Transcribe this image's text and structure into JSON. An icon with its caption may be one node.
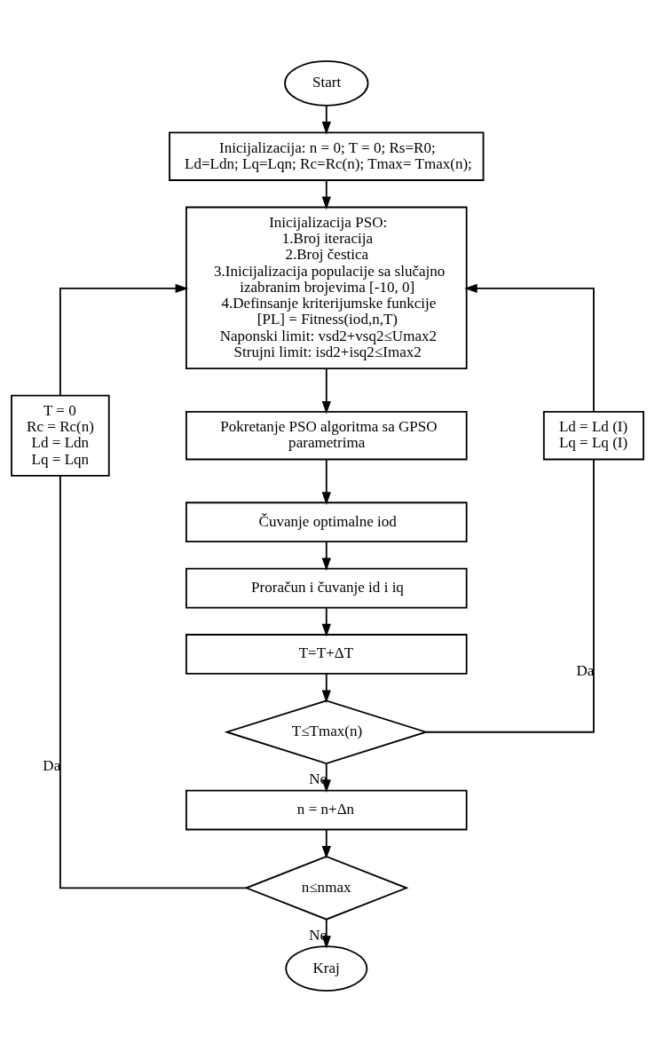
{
  "diagram": {
    "nodes": [
      {
        "text": [
          "Start"
        ]
      },
      {
        "text": [
          "Inicijalizacija: n = 0; T = 0; Rs=R0; Ld=Ldn; Lq=Lqn; Rc=Rc(n); Tmax= Tmax(n);"
        ]
      },
      {
        "text": [
          "Inicijalizacija PSO:",
          "1.Broj iteracija",
          "2.Broj čestica",
          "3.Inicijalizacija populacije sa slučajno izabranim brojevima [-10, 0]",
          "4.Definsanje kriterijumske funkcije",
          "[PL] = Fitness(iod,n,T)",
          "Naponski limit: vsd2+vsq2≤Umax2",
          "Strujni limit: isd2+isq2≤Imax2"
        ]
      },
      {
        "text": [
          "T = 0",
          "Rc = Rc(n)",
          "Ld = Ldn",
          "Lq = Lqn"
        ]
      },
      {
        "text": [
          "Ld = Ld (I)",
          "Lq = Lq (I)"
        ]
      },
      {
        "text": [
          "Pokretanje PSO algoritma sa GPSO parametrima"
        ]
      },
      {
        "text": [
          "Čuvanje optimalne iod"
        ]
      },
      {
        "text": [
          "Proračun i čuvanje id i iq"
        ]
      },
      {
        "text": [
          "T=T+ΔT"
        ]
      },
      {
        "text": [
          "T≤Tmax(n)"
        ]
      },
      {
        "text": [
          "n = n+Δn"
        ]
      },
      {
        "text": [
          "n≤nmax"
        ]
      },
      {
        "text": [
          "Kraj"
        ]
      }
    ],
    "edges": [
      {
        "from": 0,
        "to": 1,
        "arrow": "to"
      },
      {
        "from": 1,
        "to": 2,
        "arrow": "to"
      },
      {
        "from": 2,
        "to": 5,
        "arrow": "to"
      },
      {
        "from": 5,
        "to": 6,
        "arrow": "to"
      },
      {
        "from": 6,
        "to": 7,
        "arrow": "to"
      },
      {
        "from": 7,
        "to": 8,
        "arrow": "to"
      },
      {
        "from": 8,
        "to": 9,
        "arrow": "to"
      },
      {
        "from": 9,
        "to": 4,
        "arrow": "none",
        "label": "Da"
      },
      {
        "from": 4,
        "to": 2,
        "arrow": "to"
      },
      {
        "from": 9,
        "to": 10,
        "arrow": "to",
        "label": "Ne"
      },
      {
        "from": 10,
        "to": 11,
        "arrow": "to"
      },
      {
        "from": 11,
        "to": 3,
        "arrow": "none",
        "label": "Da"
      },
      {
        "from": 3,
        "to": 2,
        "arrow": "to"
      },
      {
        "from": 11,
        "to": 12,
        "arrow": "to",
        "label": "Ne"
      }
    ]
  }
}
